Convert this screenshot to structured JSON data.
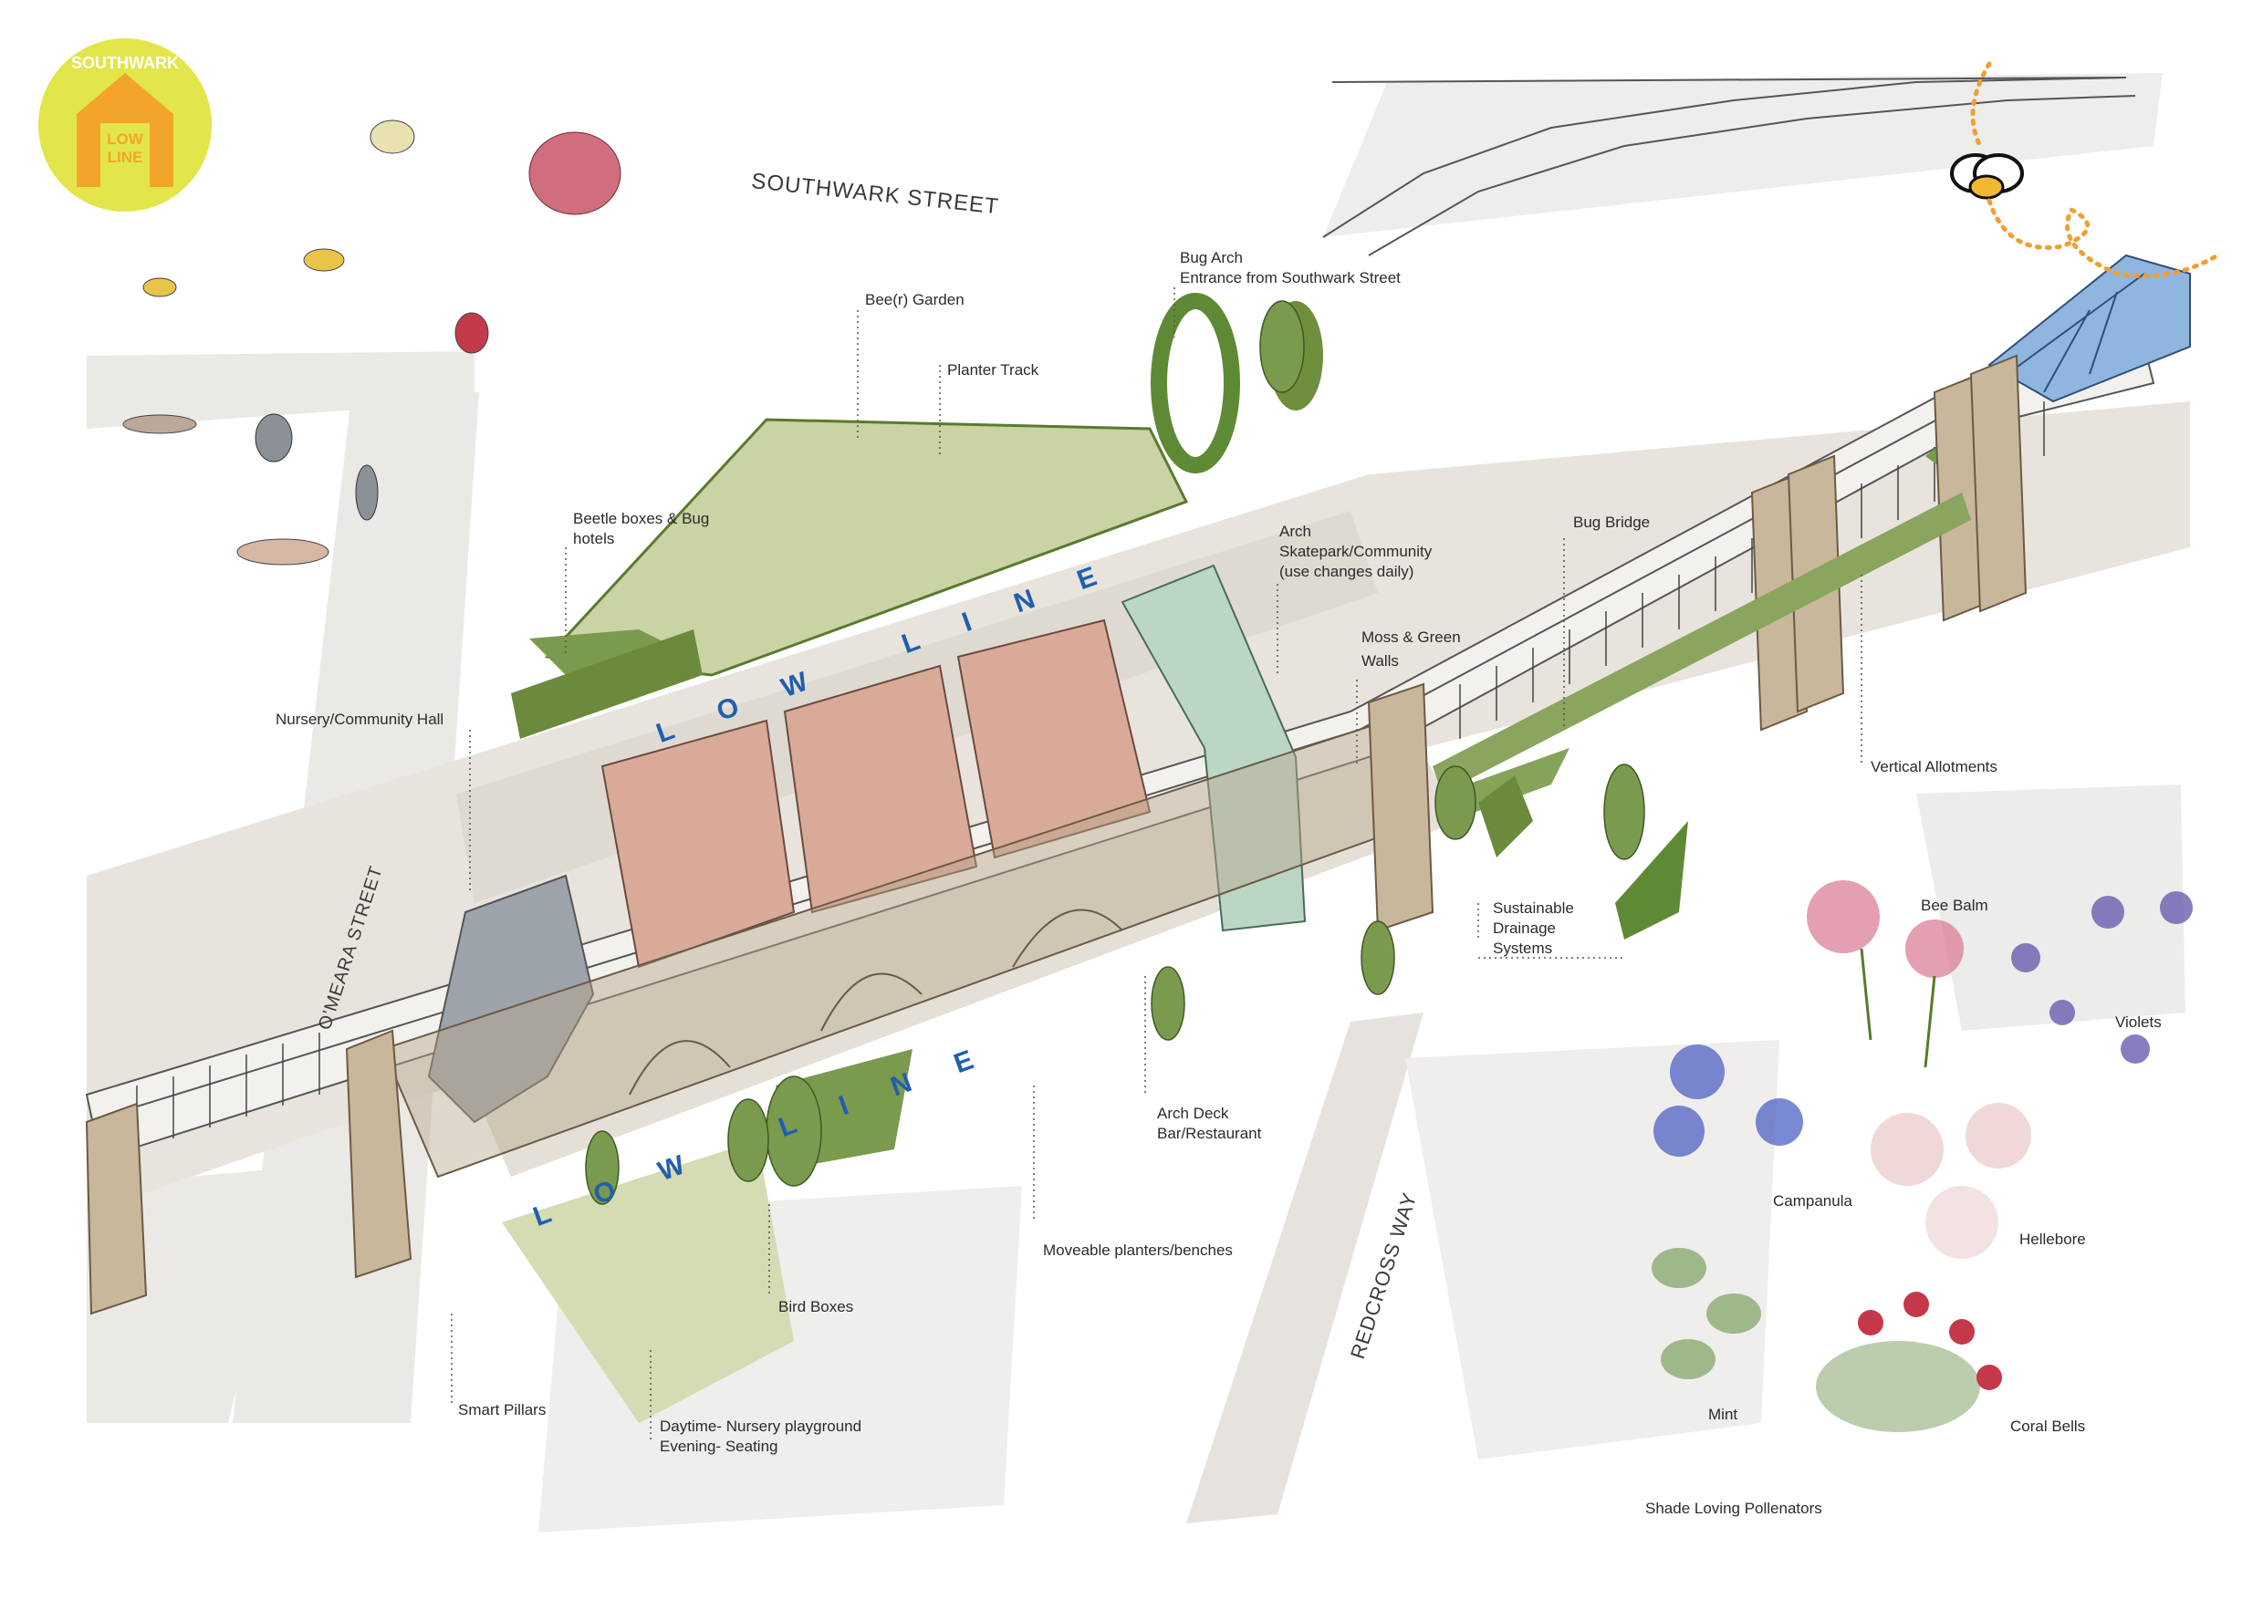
{
  "streets": {
    "southwark_street": "SOUTHWARK STREET",
    "omeara_street": "O'MEARA STREET",
    "redcross_way": "REDCROSS WAY"
  },
  "logo": {
    "arc_text": "SOUTHWARK",
    "inner_text_1": "LOW",
    "inner_text_2": "LINE",
    "colors": {
      "badge": "#e2e64a",
      "house": "#f2a52a"
    }
  },
  "route_labels": {
    "upper": "LOW LINE",
    "lower": "LOW LINE",
    "color": "#1f5fae"
  },
  "annotations": {
    "beer_garden": "Bee(r) Garden",
    "planter_track": "Planter Track",
    "bug_arch_1": "Bug Arch",
    "bug_arch_2": "Entrance from Southwark Street",
    "beetle_1": "Beetle boxes & Bug",
    "beetle_2": "hotels",
    "arch_1": "Arch",
    "arch_2": "Skatepark/Community",
    "arch_3": "(use changes daily)",
    "bug_bridge": "Bug Bridge",
    "moss_1": "Moss & Green",
    "moss_2": "Walls",
    "nursery_hall": "Nursery/Community Hall",
    "vertical_allotments": "Vertical Allotments",
    "suds_1": "Sustainable",
    "suds_2": "Drainage",
    "suds_3": "Systems",
    "arch_deck_1": "Arch Deck",
    "arch_deck_2": "Bar/Restaurant",
    "moveable": "Moveable planters/benches",
    "bird_boxes": "Bird Boxes",
    "smart_pillars": "Smart Pillars",
    "daytime_1": "Daytime- Nursery playground",
    "daytime_2": "Evening- Seating"
  },
  "plants": {
    "bee_balm": "Bee Balm",
    "violets": "Violets",
    "campanula": "Campanula",
    "hellebore": "Hellebore",
    "mint": "Mint",
    "coral_bells": "Coral Bells",
    "group_title": "Shade Loving Pollenators"
  },
  "colors": {
    "viaduct": "#c9b79b",
    "green": "#7a9a4e",
    "brick": "#d9aa98",
    "road": "#e6e3de",
    "route": "#ece9e4",
    "bridge_blue": "#8fb6df",
    "dotted_path": "#f0a030"
  }
}
